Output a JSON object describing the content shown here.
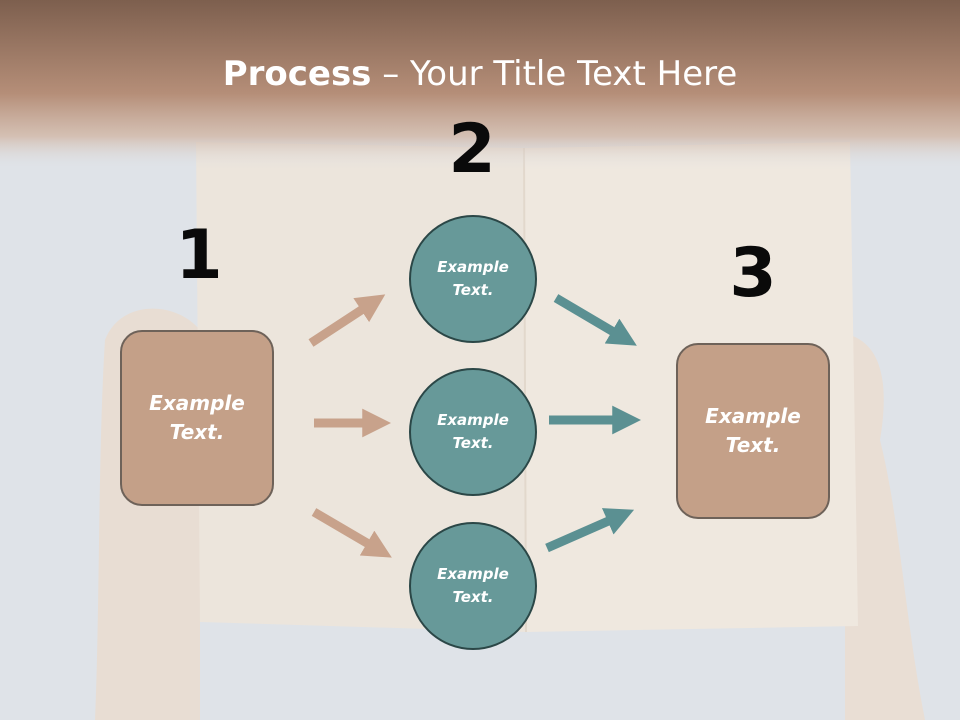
{
  "title": {
    "bold": "Process",
    "rest": " – Your Title Text Here"
  },
  "steps": {
    "one": "1",
    "two": "2",
    "three": "3"
  },
  "left_box": {
    "text": "Example Text."
  },
  "right_box": {
    "text": "Example Text."
  },
  "circles": [
    {
      "text": "Example Text."
    },
    {
      "text": "Example Text."
    },
    {
      "text": "Example Text."
    }
  ],
  "colors": {
    "box_fill": "#c4a088",
    "circle_fill": "#679999",
    "left_arrow": "#c8a28b",
    "right_arrow": "#5b9092",
    "header_band": "#8e6b57"
  }
}
